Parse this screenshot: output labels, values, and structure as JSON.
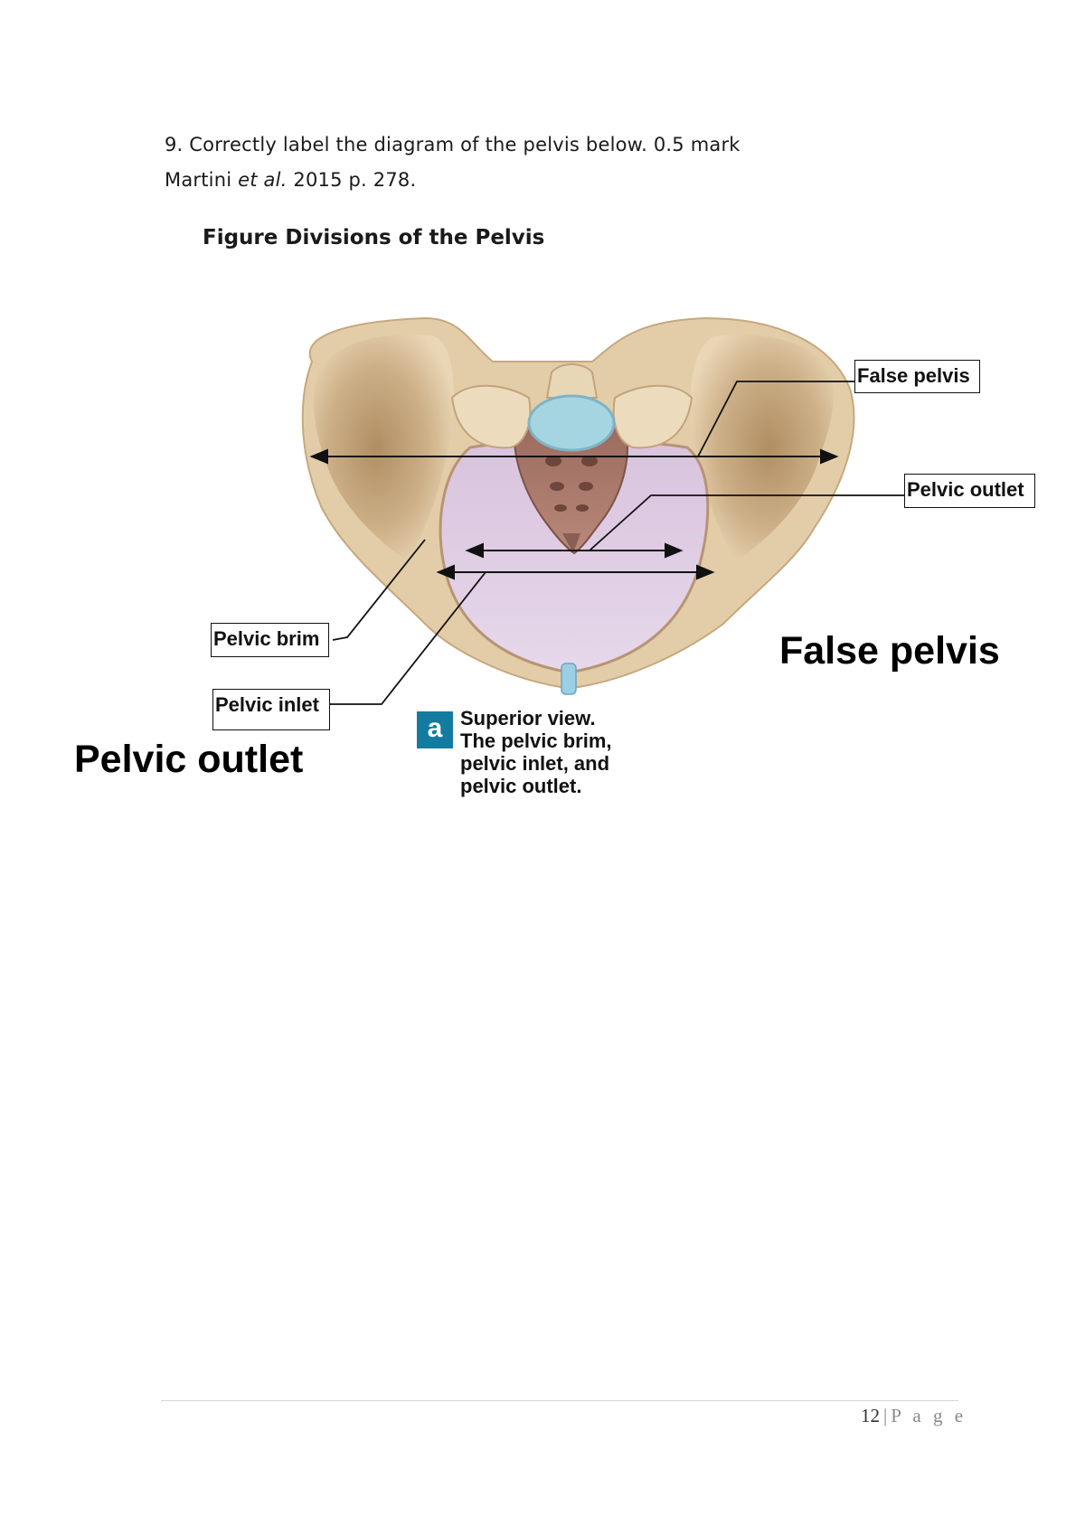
{
  "question": {
    "line1": "9. Correctly label the diagram of the pelvis below. 0.5 mark",
    "line2_author": "Martini ",
    "line2_etal": "et al.",
    "line2_rest": " 2015 p. 278."
  },
  "figure": {
    "title": "Figure Divisions of the Pelvis",
    "labels": {
      "false_pelvis_box": "False pelvis",
      "pelvic_outlet_box": "Pelvic outlet",
      "pelvic_brim_box": "Pelvic brim",
      "pelvic_inlet_box": "Pelvic inlet"
    },
    "answers": {
      "left": "Pelvic outlet",
      "right": "False pelvis"
    },
    "caption": {
      "badge": "a",
      "lines": [
        "Superior view.",
        "The pelvic brim,",
        "pelvic inlet, and",
        "pelvic outlet."
      ]
    },
    "colors": {
      "bone": "#d8bf97",
      "bone_dark": "#b99a6e",
      "cavity": "#dcc8e0",
      "sacrum": "#a77a6c",
      "disc": "#a6d5e2",
      "badge": "#137ba0"
    }
  },
  "footer": {
    "page_number": "12",
    "separator": "|",
    "page_word": "P a g e"
  }
}
